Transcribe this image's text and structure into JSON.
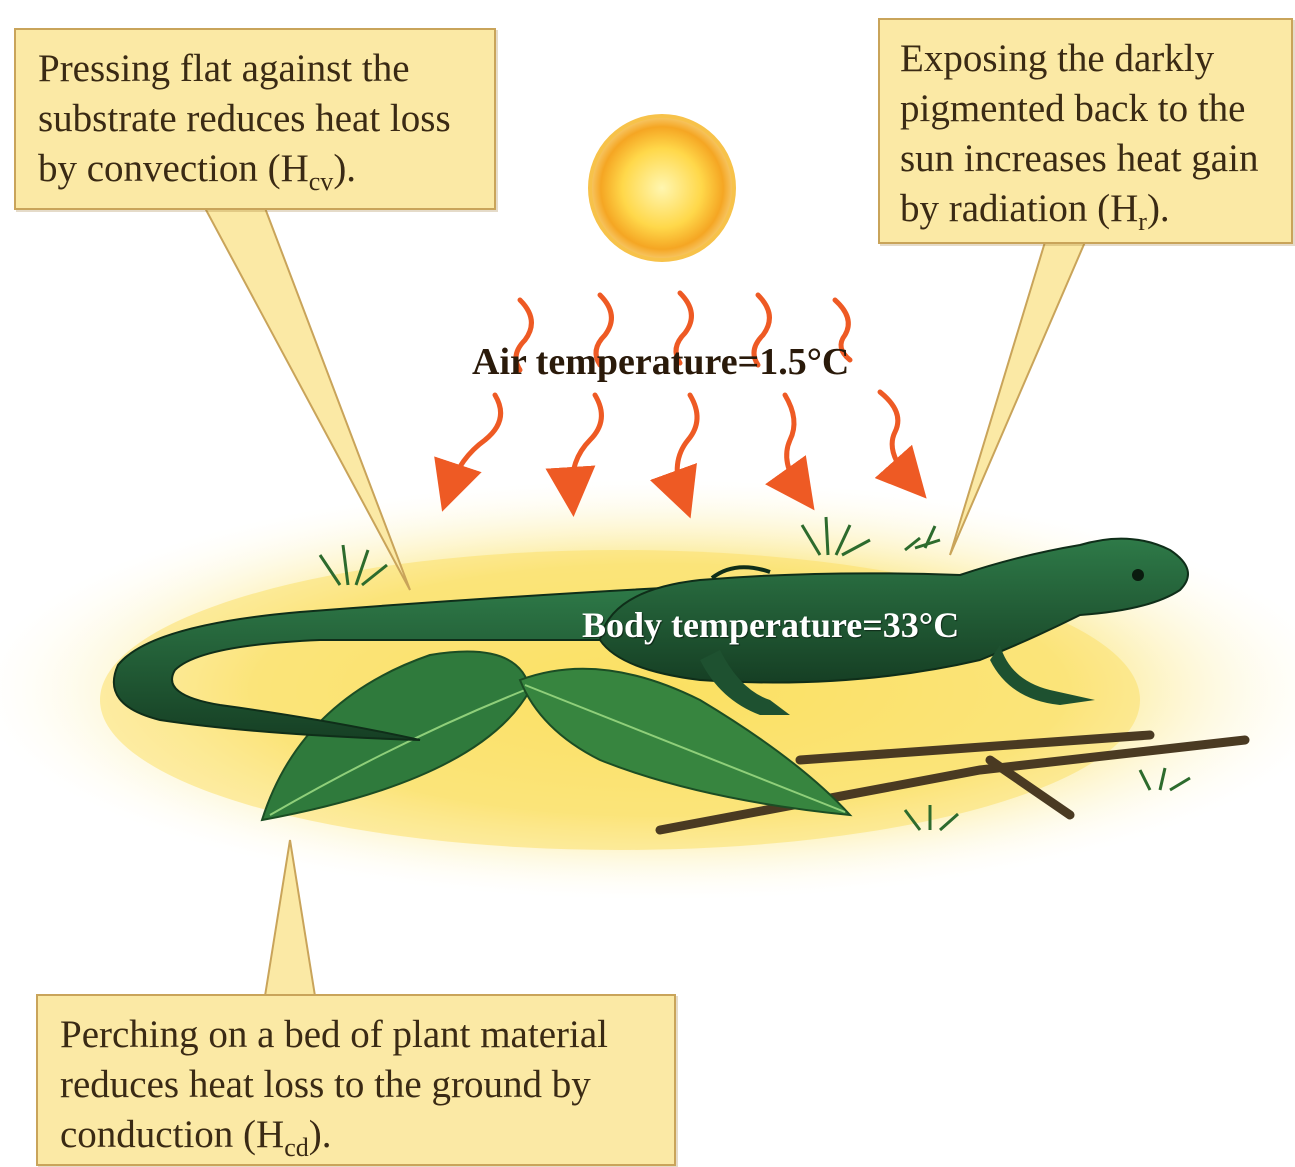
{
  "callouts": {
    "convection": {
      "line1": "Pressing flat against the",
      "line2": "substrate reduces heat loss",
      "line3_pre": "by convection (H",
      "line3_sub": "cv",
      "line3_post": ")."
    },
    "radiation": {
      "line1": "Exposing the darkly",
      "line2": "pigmented back to the",
      "line3": "sun increases heat gain",
      "line4_pre": "by radiation (H",
      "line4_sub": "r",
      "line4_post": ")."
    },
    "conduction": {
      "line1": "Perching on a bed of plant material",
      "line2": "reduces heat loss to the ground by",
      "line3_pre": "conduction (H",
      "line3_sub": "cd",
      "line3_post": ")."
    }
  },
  "labels": {
    "air_temperature": "Air temperature=1.5°C",
    "body_temperature": "Body temperature=33°C"
  },
  "colors": {
    "callout_fill": "#fbe9a5",
    "callout_border": "#c9a45a",
    "sun": "#f5b82e",
    "heat_arrow": "#ee5a24",
    "lizard": "#1f5a33",
    "leaf": "#2f7a3c",
    "ground": "#f6e27a"
  }
}
